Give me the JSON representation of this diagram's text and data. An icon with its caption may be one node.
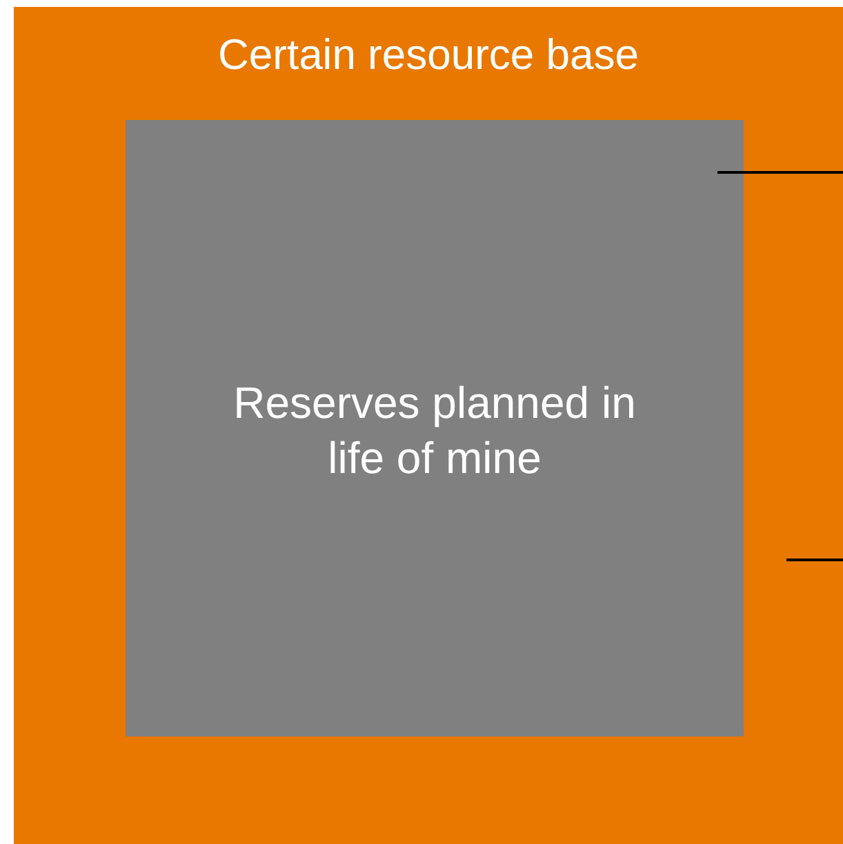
{
  "diagram": {
    "nodes": [
      {
        "text": [
          "Certain resource base"
        ]
      },
      {
        "text": [
          "Reserves planned in life of mine"
        ],
        "in": 0
      }
    ],
    "edges": [
      {
        "from": null,
        "to": 1,
        "arrow": "none"
      },
      {
        "from": null,
        "to": 0,
        "arrow": "none"
      }
    ]
  }
}
